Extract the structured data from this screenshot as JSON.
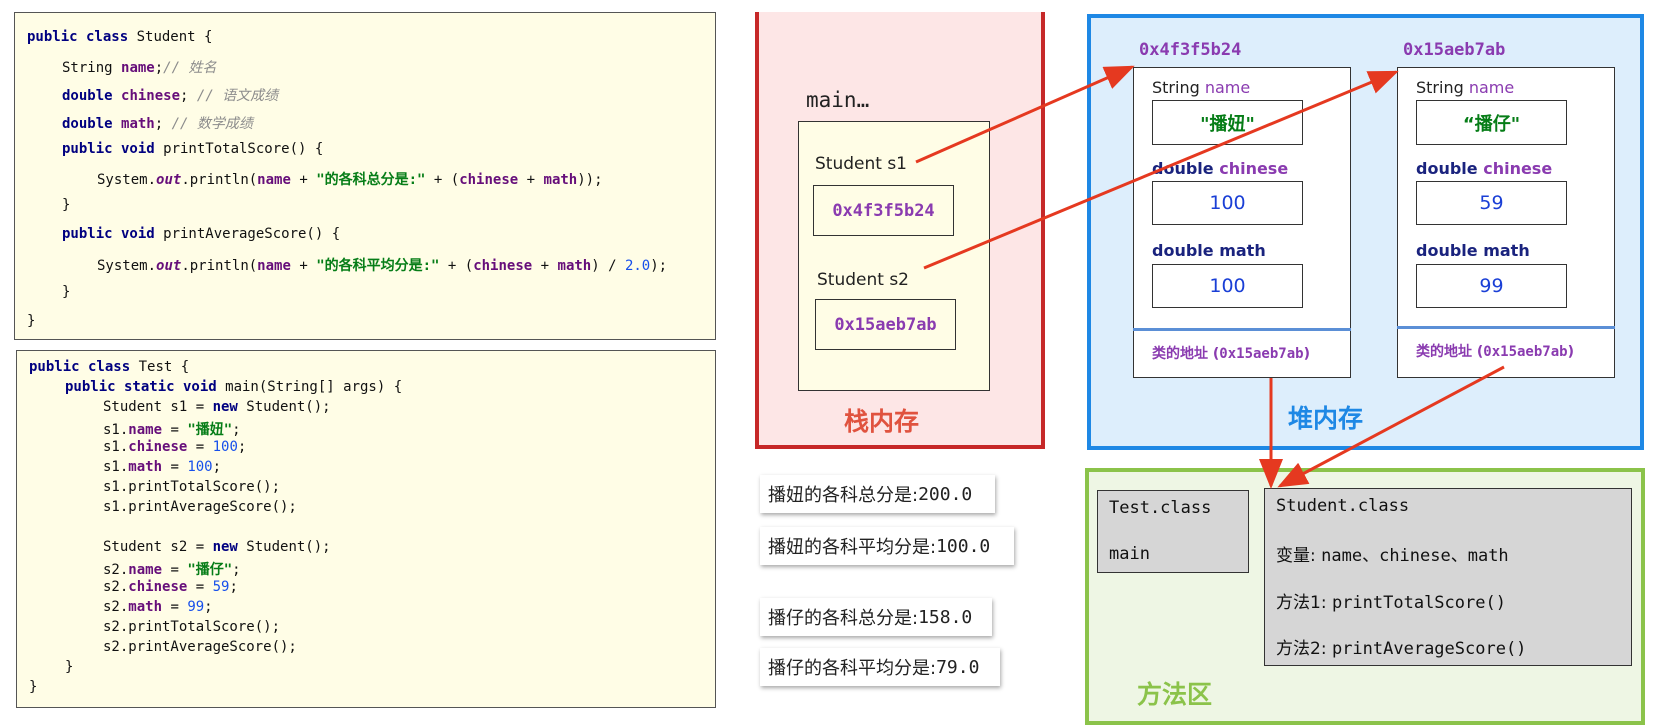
{
  "student_code": {
    "l1_kw": "public class",
    "l1_rest": " Student {",
    "l2_type": "String ",
    "l2_field": "name",
    "l2_semi": ";",
    "l2_cmt": "// 姓名",
    "l3_type": "double ",
    "l3_field": "chinese",
    "l3_semi": "; ",
    "l3_cmt": "// 语文成绩",
    "l4_type": "double ",
    "l4_field": "math",
    "l4_semi": "; ",
    "l4_cmt": "// 数学成绩",
    "l5_kw": "public void",
    "l5_rest": " printTotalScore() {",
    "l6_a": "System.",
    "l6_out": "out",
    "l6_b": ".println(",
    "l6_name": "name",
    "l6_c": " + ",
    "l6_str": "\"的各科总分是:\"",
    "l6_d": " + (",
    "l6_ch": "chinese",
    "l6_e": " + ",
    "l6_ma": "math",
    "l6_f": "));",
    "l7": "}",
    "l8_kw": "public void",
    "l8_rest": " printAverageScore() {",
    "l9_a": "System.",
    "l9_out": "out",
    "l9_b": ".println(",
    "l9_name": "name",
    "l9_c": " + ",
    "l9_str": "\"的各科平均分是:\"",
    "l9_d": " + (",
    "l9_ch": "chinese",
    "l9_e": " + ",
    "l9_ma": "math",
    "l9_f": ") / ",
    "l9_num": "2.0",
    "l9_g": ");",
    "l10": "}",
    "l11": "}"
  },
  "test_code": {
    "t1_kw": "public class",
    "t1_rest": " Test {",
    "t2_kw": "public static void",
    "t2_rest": " main(String[] args) {",
    "t3_a": "Student s1 = ",
    "t3_kw": "new",
    "t3_b": " Student();",
    "t4_a": "s1.",
    "t4_f": "name",
    "t4_b": " = ",
    "t4_s": "\"播妞\"",
    "t4_c": ";",
    "t5_a": "s1.",
    "t5_f": "chinese",
    "t5_b": " = ",
    "t5_n": "100",
    "t5_c": ";",
    "t6_a": "s1.",
    "t6_f": "math",
    "t6_b": " = ",
    "t6_n": "100",
    "t6_c": ";",
    "t7": "s1.printTotalScore();",
    "t8": "s1.printAverageScore();",
    "t9_a": "Student s2 = ",
    "t9_kw": "new",
    "t9_b": " Student();",
    "t10_a": "s2.",
    "t10_f": "name",
    "t10_b": " = ",
    "t10_s": "\"播仔\"",
    "t10_c": ";",
    "t11_a": "s2.",
    "t11_f": "chinese",
    "t11_b": " = ",
    "t11_n": "59",
    "t11_c": ";",
    "t12_a": "s2.",
    "t12_f": "math",
    "t12_b": " = ",
    "t12_n": "99",
    "t12_c": ";",
    "t13": "s2.printTotalScore();",
    "t14": "s2.printAverageScore();",
    "t15": "}",
    "t16": "}"
  },
  "stack": {
    "title": "栈内存",
    "frame_label": "main…",
    "s1_label": "Student  s1",
    "s1_addr": "0x4f3f5b24",
    "s2_label": "Student  s2",
    "s2_addr": "0x15aeb7ab"
  },
  "heap": {
    "title": "堆内存",
    "objects": [
      {
        "address": "0x4f3f5b24",
        "name_type": "String ",
        "name_field": "name",
        "name_value": "\"播妞\"",
        "chinese_type": "double ",
        "chinese_field": "chinese",
        "chinese_value": "100",
        "math_type": "double ",
        "math_field": "math",
        "math_value": "100",
        "class_addr_label": "类的地址 (",
        "class_addr": "0x15aeb7ab",
        "class_addr_end": ")"
      },
      {
        "address": "0x15aeb7ab",
        "name_type": "String ",
        "name_field": "name",
        "name_value": "“播仔\"",
        "chinese_type": "double ",
        "chinese_field": "chinese",
        "chinese_value": "59",
        "math_type": "double ",
        "math_field": "math",
        "math_value": "99",
        "class_addr_label": "类的地址 (",
        "class_addr": "0x15aeb7ab",
        "class_addr_end": ")"
      }
    ]
  },
  "method_area": {
    "title": "方法区",
    "test_class": "Test.class",
    "test_main": "main",
    "student_class": "Student.class",
    "vars_label": "变量: ",
    "vars": "name、chinese、math",
    "m1_label": "方法1: ",
    "m1": "printTotalScore()",
    "m2_label": "方法2: ",
    "m2": "printAverageScore()"
  },
  "outputs": [
    {
      "label": "播妞的各科总分是:",
      "value": "200.0"
    },
    {
      "label": "播妞的各科平均分是:",
      "value": "100.0"
    },
    {
      "label": "播仔的各科总分是:",
      "value": "158.0"
    },
    {
      "label": "播仔的各科平均分是:",
      "value": "79.0"
    }
  ],
  "colors": {
    "stack": "#c62828",
    "heap": "#1e88e5",
    "method": "#8bc34a",
    "arrow": "#e53920"
  }
}
